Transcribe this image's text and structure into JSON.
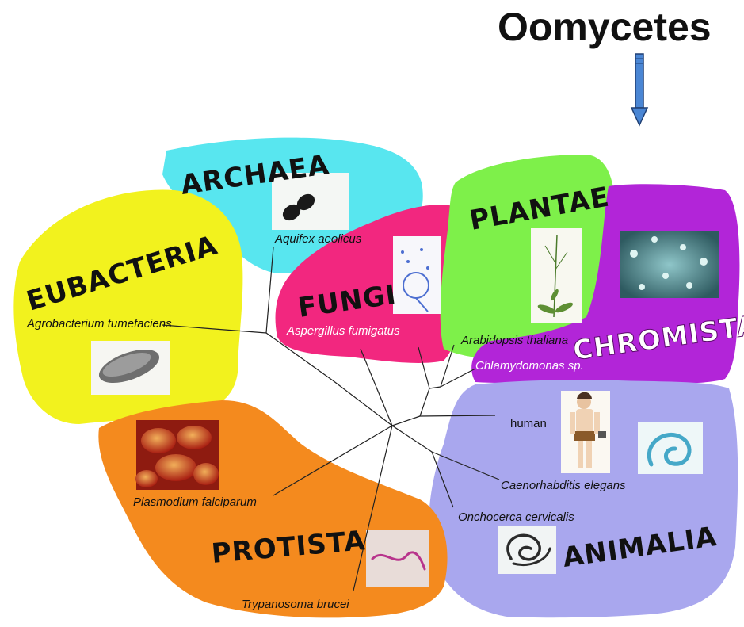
{
  "title": "Oomycetes",
  "colors": {
    "eubacteria": "#f2f21e",
    "archaea": "#58e6ef",
    "fungi": "#f2277f",
    "plantae": "#7ef04a",
    "chromista": "#b225d8",
    "animalia": "#a9a7ee",
    "protista": "#f48a1e",
    "arrow": "#4a86d4"
  },
  "kingdoms": {
    "eubacteria": "EUBACTERIA",
    "archaea": "ARCHAEA",
    "fungi": "FUNGI",
    "plantae": "PLANTAE",
    "chromista": "CHROMISTA",
    "animalia": "ANIMALIA",
    "protista": "PROTISTA"
  },
  "species": {
    "aquifex": "Aquifex aeolicus",
    "agrobacterium": "Agrobacterium tumefaciens",
    "aspergillus": "Aspergillus fumigatus",
    "arabidopsis": "Arabidopsis thaliana",
    "chlamydomonas": "Chlamydomonas sp.",
    "human": "human",
    "caenorhabditis": "Caenorhabditis elegans",
    "onchocerca": "Onchocerca cervicalis",
    "plasmodium": "Plasmodium falciparum",
    "trypanosoma": "Trypanosoma brucei"
  },
  "icons": [
    "bacterium-micrograph-icon",
    "fungus-micrograph-icon",
    "plant-icon",
    "algae-micrograph-icon",
    "human-figure-icon",
    "worm-icon",
    "red-blood-cells-icon",
    "trypanosome-icon"
  ]
}
